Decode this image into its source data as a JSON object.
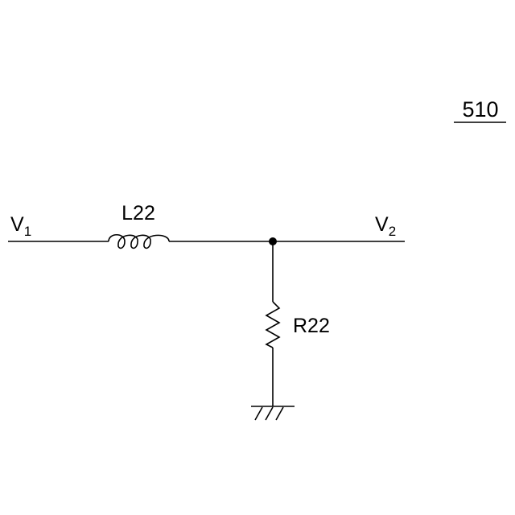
{
  "figure": {
    "ref_number": "510"
  },
  "terminals": {
    "input": {
      "symbol": "V",
      "subscript": "1"
    },
    "output": {
      "symbol": "V",
      "subscript": "2"
    }
  },
  "components": {
    "inductor": {
      "label": "L22"
    },
    "resistor": {
      "label": "R22"
    }
  },
  "colors": {
    "line": "#000000",
    "background": "#ffffff"
  }
}
